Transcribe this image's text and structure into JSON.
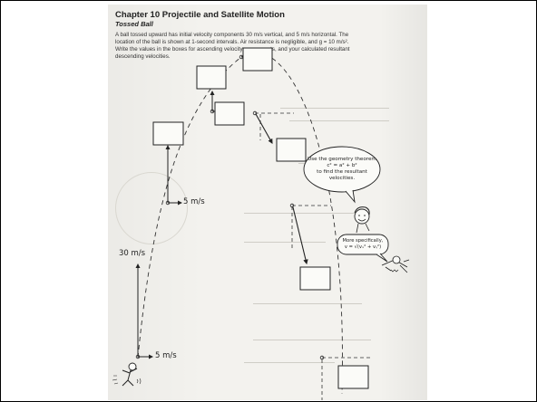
{
  "worksheet": {
    "chapter_title": "Chapter 10  Projectile and Satellite Motion",
    "subtitle": "Tossed Ball",
    "instructions": [
      "A ball tossed upward has initial velocity components 30 m/s vertical, and 5 m/s horizontal. The",
      "location of the ball is shown at 1-second intervals. Air resistance is negligible, and g = 10 m/s².",
      "Write the values in the boxes for ascending velocity components, and your calculated resultant",
      "descending velocities."
    ]
  },
  "labels": {
    "vertical_initial": "30 m/s",
    "horizontal_initial": "5 m/s",
    "horizontal_second": "5 m/s"
  },
  "bubbles": {
    "hint_main": [
      "Use the geometry theorem",
      "c² = a² + b²",
      "to find the resultant",
      "velocities."
    ],
    "hint_specific": [
      "More specifically,",
      "v = √(vₓ² + vᵧ²)"
    ]
  },
  "colors": {
    "ink": "#222222",
    "paper": "#f3f2ee",
    "frame": "#000000"
  }
}
